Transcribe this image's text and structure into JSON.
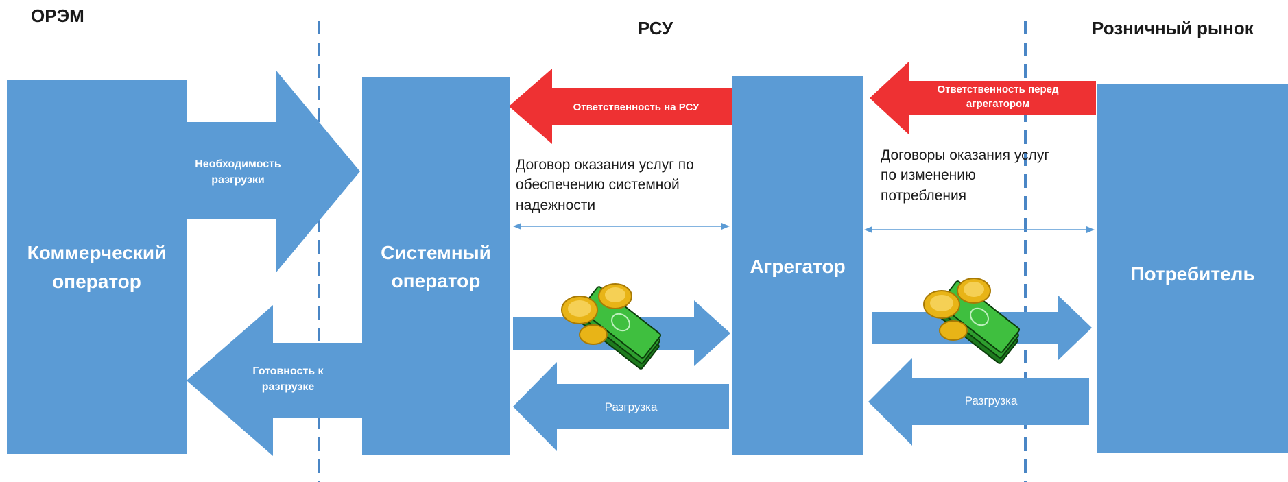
{
  "zones": {
    "orem": "ОРЭМ",
    "rsu": "РСУ",
    "retail": "Розничный рынок"
  },
  "boxes": {
    "commercial": [
      "Коммерческий",
      "оператор"
    ],
    "system": [
      "Системный",
      "оператор"
    ],
    "aggregator": "Агрегатор",
    "consumer": "Потребитель"
  },
  "flows": {
    "need_unloading": [
      "Необходимость",
      "разгрузки"
    ],
    "ready_unloading": [
      "Готовность к",
      "разгрузке"
    ],
    "unloading_1": "Разгрузка",
    "unloading_2": "Разгрузка"
  },
  "responsibility": {
    "rsu": "Ответственность на РСУ",
    "aggregator": [
      "Ответственность перед",
      "агрегатором"
    ]
  },
  "contracts": {
    "system_reliability": [
      "Договор оказания услуг по",
      "обеспечению системной",
      "надежности"
    ],
    "consumption_change": [
      "Договоры оказания услуг",
      "по изменению",
      "потребления"
    ]
  },
  "icons": {
    "payment_1": "money-coins-icon",
    "payment_2": "money-coins-icon"
  },
  "colors": {
    "box_fill": "#5b9bd5",
    "arrow_fill": "#5b9bd5",
    "responsibility_fill": "#ee3133",
    "boundary_line": "#4a86c5",
    "cash_green": "#2e9e2e",
    "coin_gold": "#e8b417"
  }
}
